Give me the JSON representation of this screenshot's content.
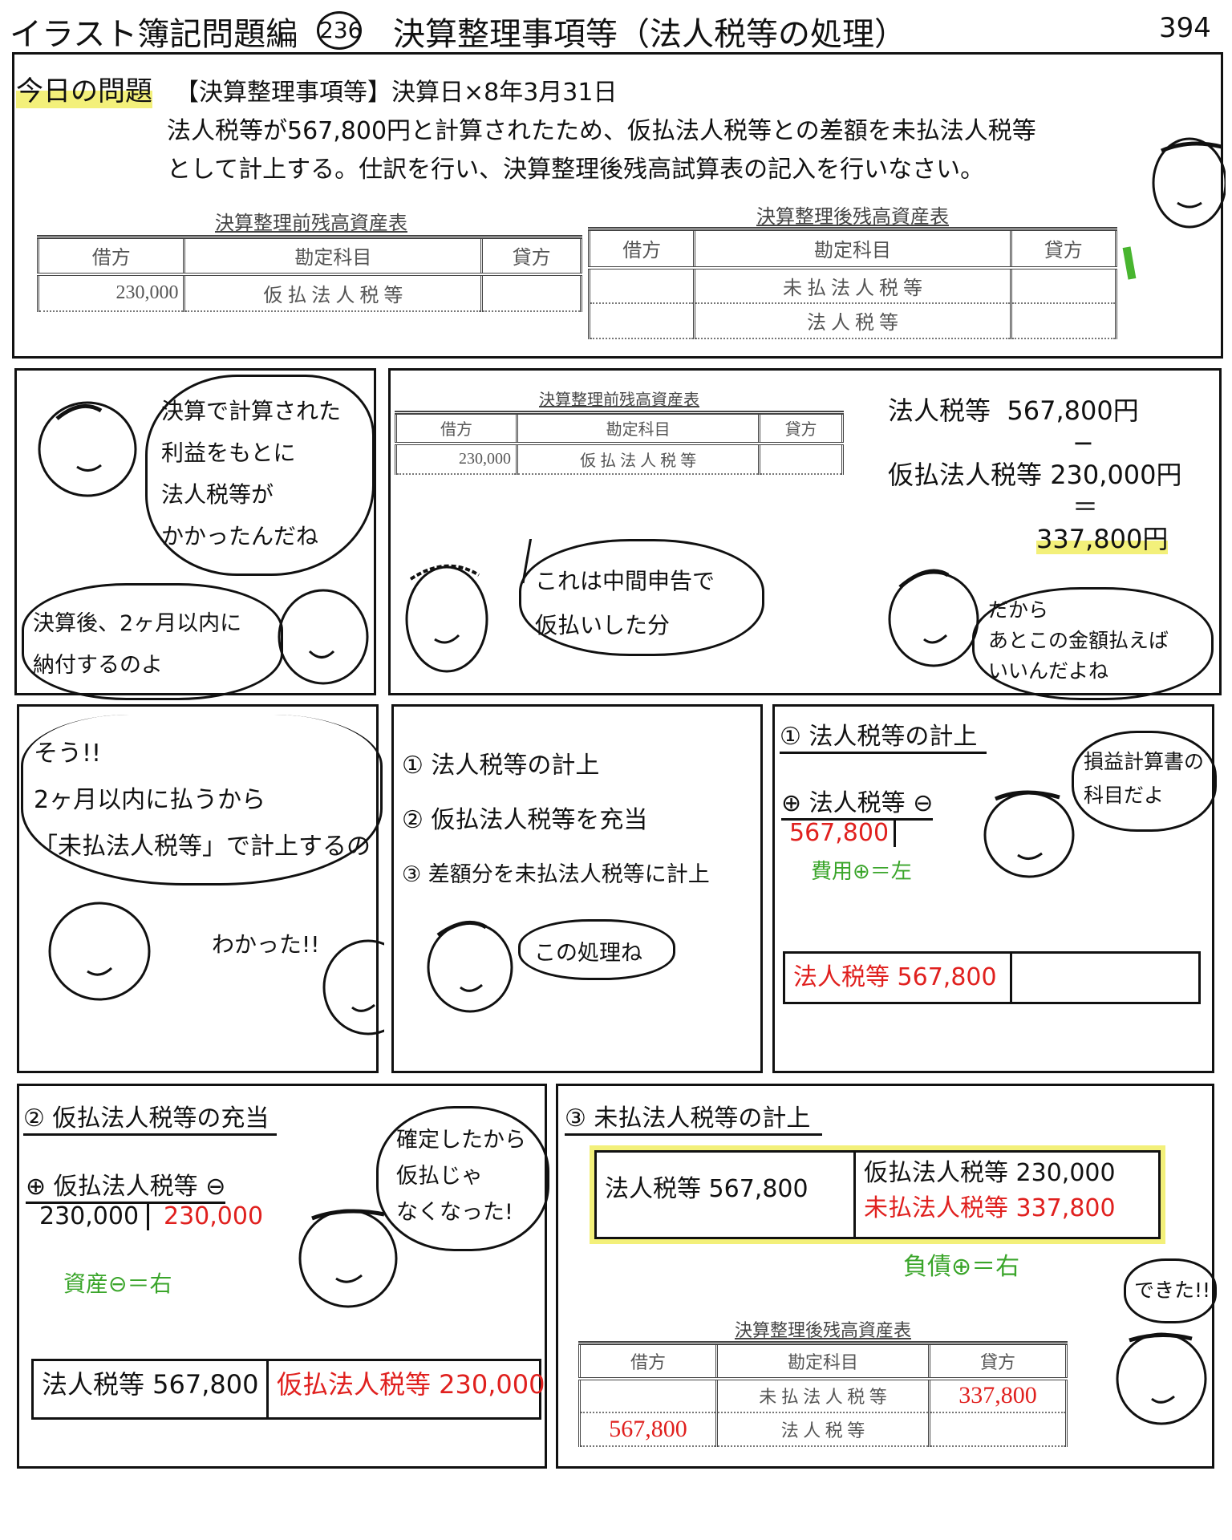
{
  "header": {
    "title": "イラスト簿記問題編",
    "number": "236",
    "subtitle": "決算整理事項等（法人税等の処理）",
    "page": "394"
  },
  "problem": {
    "label": "今日の問題",
    "heading": "【決算整理事項等】決算日×8年3月31日",
    "line1": "法人税等が567,800円と計算されたため、仮払法人税等との差額を未払法人税等",
    "line2": "として計上する。仕訳を行い、決算整理後残高試算表の記入を行いなさい。"
  },
  "tables": {
    "before": {
      "title": "決算整理前残高資産表",
      "headers": [
        "借方",
        "勘定科目",
        "貸方"
      ],
      "rows": [
        [
          "230,000",
          "仮 払 法 人 税 等",
          ""
        ]
      ]
    },
    "after": {
      "title": "決算整理後残高資産表",
      "headers": [
        "借方",
        "勘定科目",
        "貸方"
      ],
      "rows": [
        [
          "",
          "未 払 法 人 税 等",
          ""
        ],
        [
          "",
          "法 人 税 等",
          ""
        ]
      ]
    },
    "after_filled": {
      "title": "決算整理後残高資産表",
      "headers": [
        "借方",
        "勘定科目",
        "貸方"
      ],
      "rows": [
        [
          "",
          "未 払 法 人 税 等",
          "337,800"
        ],
        [
          "567,800",
          "法 人 税 等",
          ""
        ]
      ]
    }
  },
  "panel_a": {
    "bubble1": [
      "決算で計算された",
      "利益をもとに",
      "法人税等が",
      "かかったんだね"
    ],
    "bubble2": [
      "決算後、2ヶ月以内に",
      "納付するのよ"
    ]
  },
  "panel_b": {
    "bubble1": [
      "これは中間申告で",
      "仮払いした分"
    ],
    "calc": {
      "line1_label": "法人税等",
      "line1_value": "567,800円",
      "minus": "−",
      "line2_label": "仮払法人税等",
      "line2_value": "230,000円",
      "equals": "＝",
      "result": "337,800円"
    },
    "bubble2": [
      "だから",
      "あとこの金額払えば",
      "いいんだよね"
    ]
  },
  "panel_c": {
    "speech": [
      "そう!!",
      "2ヶ月以内に払うから",
      "「未払法人税等」で計上するの"
    ],
    "reply": "わかった!!"
  },
  "panel_d": {
    "steps": [
      "① 法人税等の計上",
      "② 仮払法人税等を充当",
      "③ 差額分を未払法人税等に計上"
    ],
    "bubble": "この処理ね"
  },
  "panel_e": {
    "title": "① 法人税等の計上",
    "account": "⊕ 法人税等 ⊖",
    "debit": "567,800",
    "note": "費用⊕＝左",
    "bubble": [
      "損益計算書の",
      "科目だよ"
    ],
    "entry_debit": "法人税等 567,800",
    "entry_credit": ""
  },
  "panel_f": {
    "title": "② 仮払法人税等の充当",
    "account": "⊕ 仮払法人税等 ⊖",
    "debit": "230,000",
    "credit": "230,000",
    "note": "資産⊖＝右",
    "bubble": [
      "確定したから",
      "仮払じゃ",
      "なくなった!"
    ],
    "entry_debit": "法人税等 567,800",
    "entry_credit": "仮払法人税等 230,000"
  },
  "panel_g": {
    "title": "③ 未払法人税等の計上",
    "entry_debit": "法人税等 567,800",
    "entry_credit1": "仮払法人税等 230,000",
    "entry_credit2": "未払法人税等 337,800",
    "note": "負債⊕＝右",
    "bubble": "できた!!"
  },
  "colors": {
    "red": "#e0201e",
    "green": "#3aa52a",
    "highlight": "#f3f07a"
  }
}
